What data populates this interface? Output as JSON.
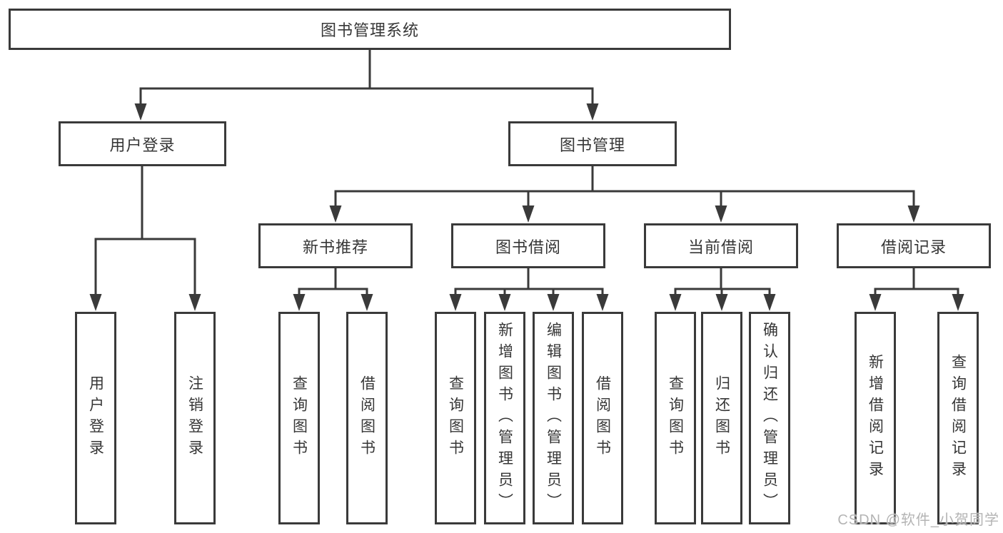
{
  "diagram": {
    "root_label": "图书管理系统",
    "branches": [
      {
        "label": "用户登录",
        "children": [
          {
            "label": "用户登录"
          },
          {
            "label": "注销登录"
          }
        ]
      },
      {
        "label": "图书管理",
        "children": [
          {
            "label": "新书推荐",
            "children": [
              {
                "label": "查询图书"
              },
              {
                "label": "借阅图书"
              }
            ]
          },
          {
            "label": "图书借阅",
            "children": [
              {
                "label": "查询图书"
              },
              {
                "label": "新增图书（管理员）"
              },
              {
                "label": "编辑图书（管理员）"
              },
              {
                "label": "借阅图书"
              }
            ]
          },
          {
            "label": "当前借阅",
            "children": [
              {
                "label": "查询图书"
              },
              {
                "label": "归还图书"
              },
              {
                "label": "确认归还（管理员）"
              }
            ]
          },
          {
            "label": "借阅记录",
            "children": [
              {
                "label": "新增借阅记录"
              },
              {
                "label": "查询借阅记录"
              }
            ]
          }
        ]
      }
    ]
  },
  "watermark": {
    "text": "CSDN @软件_小贺同学"
  },
  "colors": {
    "line": "#3a3a3a",
    "box_border": "#3a3a3a",
    "text": "#363636",
    "background": "#ffffff",
    "watermark": "#b4b4b4"
  }
}
